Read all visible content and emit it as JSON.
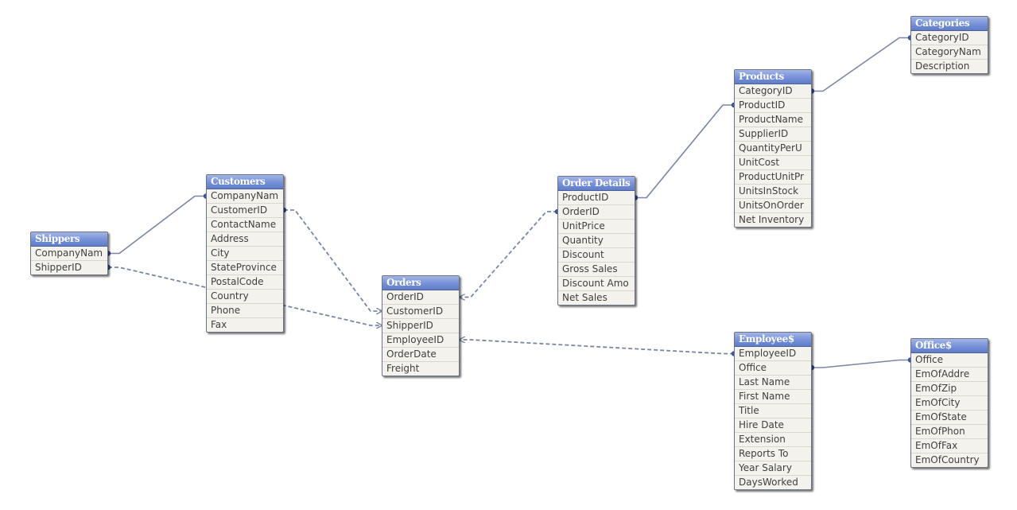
{
  "tables": {
    "shippers": {
      "title": "Shippers",
      "fields": [
        "CompanyNam",
        "ShipperID"
      ]
    },
    "customers": {
      "title": "Customers",
      "fields": [
        "CompanyNam",
        "CustomerID",
        "ContactName",
        "Address",
        "City",
        "StateProvince",
        "PostalCode",
        "Country",
        "Phone",
        "Fax"
      ]
    },
    "orders": {
      "title": "Orders",
      "fields": [
        "OrderID",
        "CustomerID",
        "ShipperID",
        "EmployeeID",
        "OrderDate",
        "Freight"
      ]
    },
    "order_details": {
      "title": "Order Details",
      "fields": [
        "ProductID",
        "OrderID",
        "UnitPrice",
        "Quantity",
        "Discount",
        "Gross Sales",
        "Discount Amo",
        "Net Sales"
      ]
    },
    "products": {
      "title": "Products",
      "fields": [
        "CategoryID",
        "ProductID",
        "ProductName",
        "SupplierID",
        "QuantityPerU",
        "UnitCost",
        "ProductUnitPr",
        "UnitsInStock",
        "UnitsOnOrder",
        "Net Inventory"
      ]
    },
    "categories": {
      "title": "Categories",
      "fields": [
        "CategoryID",
        "CategoryNam",
        "Description"
      ]
    },
    "employees": {
      "title": "Employee$",
      "fields": [
        "EmployeeID",
        "Office",
        "Last Name",
        "First Name",
        "Title",
        "Hire Date",
        "Extension",
        "Reports To",
        "Year Salary",
        "DaysWorked"
      ]
    },
    "offices": {
      "title": "Office$",
      "fields": [
        "Office",
        "EmOfAddre",
        "EmOfZip",
        "EmOfCity",
        "EmOfState",
        "EmOfPhon",
        "EmOfFax",
        "EmOfCountry"
      ]
    }
  },
  "links": [
    {
      "from": "shippers.CompanyNam",
      "to": "customers.CompanyNam",
      "style": "solid"
    },
    {
      "from": "shippers.ShipperID",
      "to": "orders.ShipperID",
      "style": "dashed"
    },
    {
      "from": "customers.CustomerID",
      "to": "orders.CustomerID",
      "style": "dashed"
    },
    {
      "from": "order_details.OrderID",
      "to": "orders.OrderID",
      "style": "dashed"
    },
    {
      "from": "employees.EmployeeID",
      "to": "orders.EmployeeID",
      "style": "dashed"
    },
    {
      "from": "order_details.ProductID",
      "to": "products.ProductID",
      "style": "solid"
    },
    {
      "from": "products.CategoryID",
      "to": "categories.CategoryID",
      "style": "solid"
    },
    {
      "from": "employees.Office",
      "to": "offices.Office",
      "style": "solid"
    }
  ],
  "colors": {
    "link": "#7b86a6",
    "header": "#7690d8",
    "body": "#f3f2ec",
    "text": "#404040",
    "anchor": "#3e5ba8"
  }
}
